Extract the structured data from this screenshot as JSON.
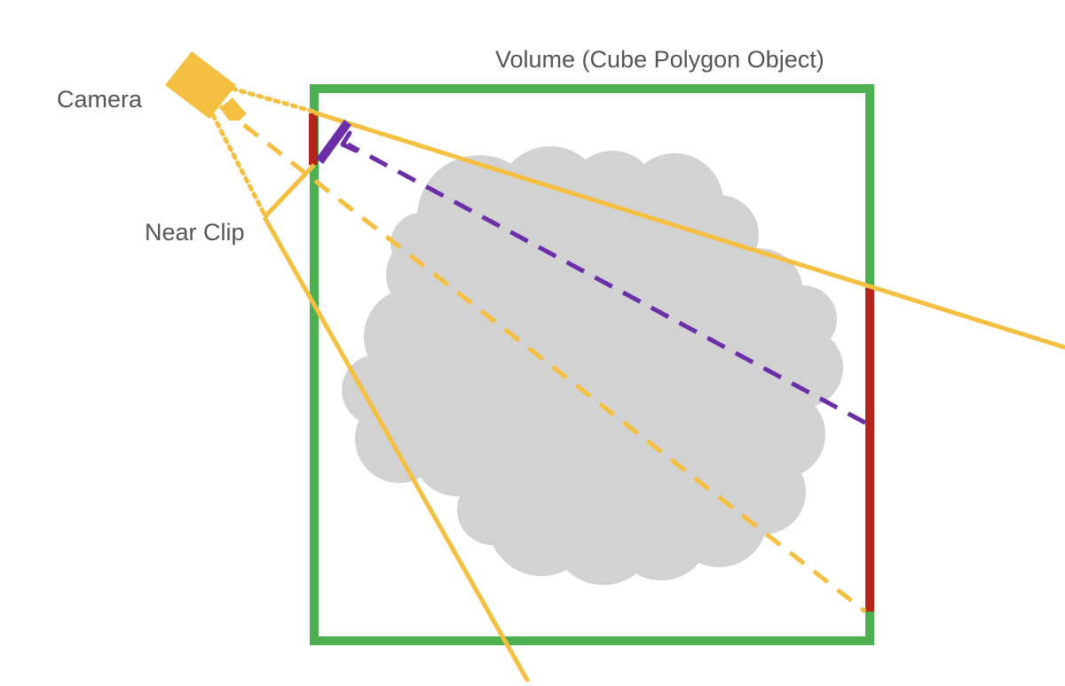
{
  "labels": {
    "volume": "Volume (Cube Polygon Object)",
    "camera": "Camera",
    "near_clip": "Near Clip"
  },
  "icons": {
    "camera": "camera-icon"
  },
  "colors": {
    "volume_box": "#4caf50",
    "frustum": "#f5c042",
    "cloud": "#d3d2d3",
    "entry_exit_segment": "#b2241c",
    "ray": "#6a2fa8",
    "text": "#555555"
  }
}
